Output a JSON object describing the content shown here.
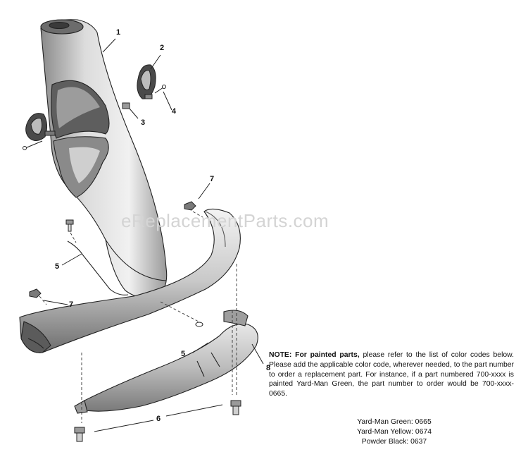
{
  "watermark": "eReplacementParts.com",
  "callouts": {
    "c1": "1",
    "c2": "2",
    "c3": "3",
    "c4": "4",
    "c5a": "5",
    "c5b": "5",
    "c6": "6",
    "c7a": "7",
    "c7b": "7",
    "c8": "8"
  },
  "note": {
    "lead": "NOTE: For painted parts,",
    "body": " please refer to the list of color codes below.  Please add the applicable color code, wherever needed, to the part number to order a replacement part.  For instance, if a part numbered 700-xxxx is painted Yard-Man Green, the part number to order would be 700-xxxx-0665."
  },
  "color_codes": [
    "Yard-Man Green: 0665",
    "Yard-Man Yellow: 0674",
    "Powder Black: 0637"
  ]
}
